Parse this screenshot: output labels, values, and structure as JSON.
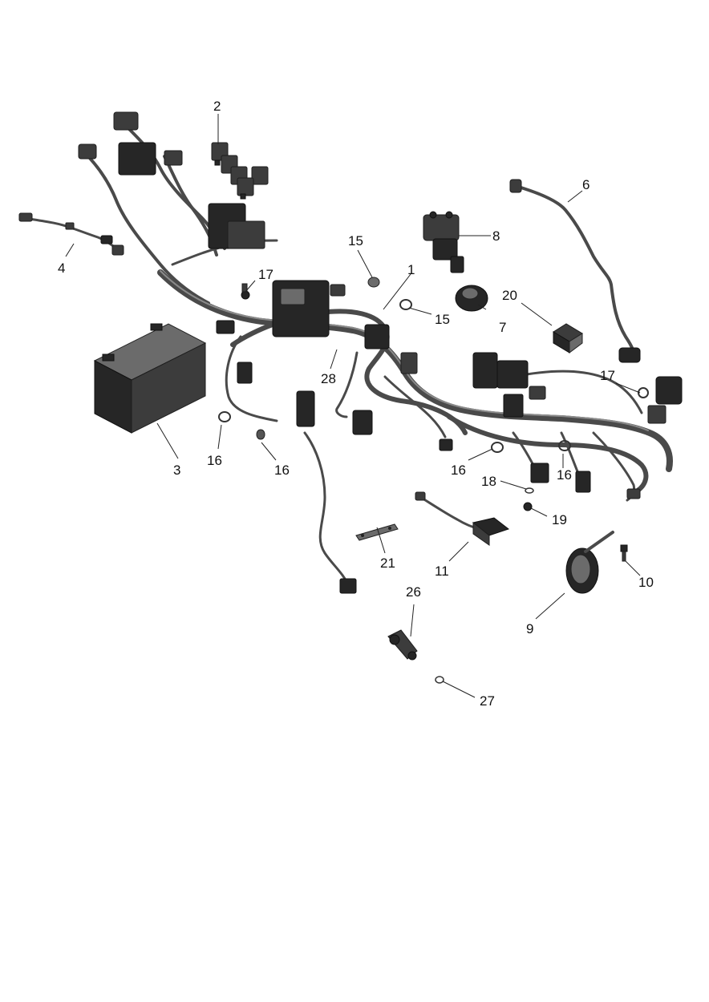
{
  "callouts": [
    {
      "id": "1",
      "label": "1"
    },
    {
      "id": "2",
      "label": "2"
    },
    {
      "id": "3",
      "label": "3"
    },
    {
      "id": "4",
      "label": "4"
    },
    {
      "id": "6",
      "label": "6"
    },
    {
      "id": "7",
      "label": "7"
    },
    {
      "id": "8",
      "label": "8"
    },
    {
      "id": "9",
      "label": "9"
    },
    {
      "id": "10",
      "label": "10"
    },
    {
      "id": "11",
      "label": "11"
    },
    {
      "id": "15a",
      "label": "15"
    },
    {
      "id": "15b",
      "label": "15"
    },
    {
      "id": "16a",
      "label": "16"
    },
    {
      "id": "16b",
      "label": "16"
    },
    {
      "id": "16c",
      "label": "16"
    },
    {
      "id": "16d",
      "label": "16"
    },
    {
      "id": "17a",
      "label": "17"
    },
    {
      "id": "17b",
      "label": "17"
    },
    {
      "id": "18",
      "label": "18"
    },
    {
      "id": "19",
      "label": "19"
    },
    {
      "id": "20",
      "label": "20"
    },
    {
      "id": "21",
      "label": "21"
    },
    {
      "id": "26",
      "label": "26"
    },
    {
      "id": "27",
      "label": "27"
    },
    {
      "id": "28",
      "label": "28"
    }
  ]
}
